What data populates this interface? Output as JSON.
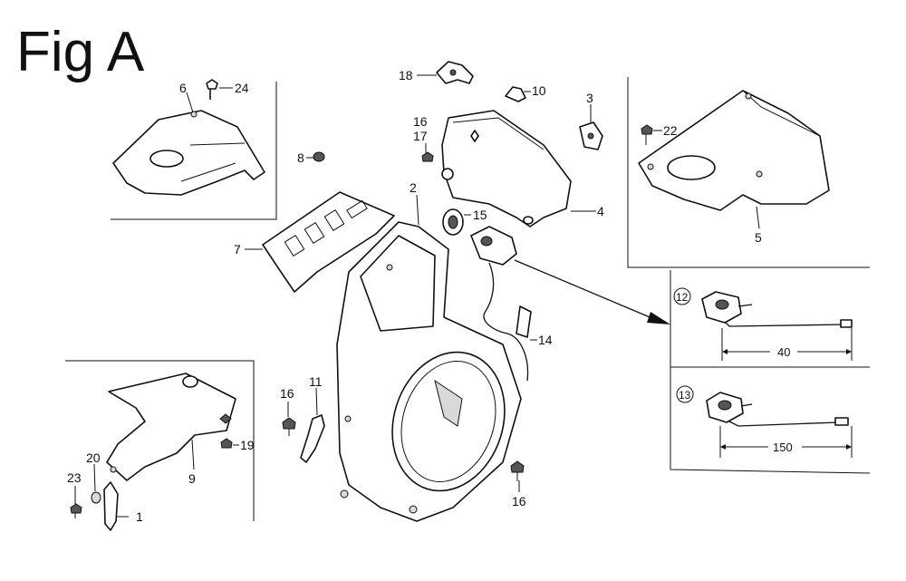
{
  "figure_title": "Fig A",
  "callouts": {
    "c1": "1",
    "c2": "2",
    "c3": "3",
    "c4": "4",
    "c5": "5",
    "c6": "6",
    "c7": "7",
    "c8": "8",
    "c9": "9",
    "c10": "10",
    "c11": "11",
    "c14": "14",
    "c15": "15",
    "c16a": "16",
    "c16b": "16",
    "c16c": "16",
    "c17": "17",
    "c18": "18",
    "c19": "19",
    "c20": "20",
    "c22": "22",
    "c23": "23",
    "c24": "24"
  },
  "detail_panels": {
    "panel12": {
      "number": "12",
      "dimension": "40"
    },
    "panel13": {
      "number": "13",
      "dimension": "150"
    }
  }
}
